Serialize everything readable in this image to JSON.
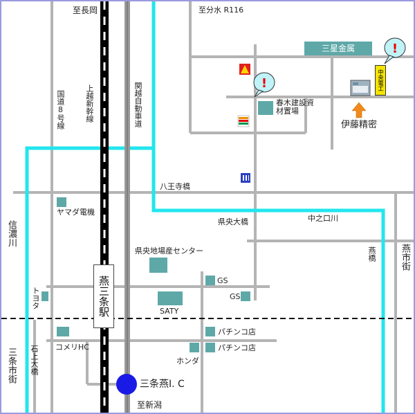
{
  "labels": {
    "to_nagaoka": "至長岡",
    "to_bunsui": "至分水 R116",
    "kokudo8": "国道8号線",
    "joetsu_shinkansen": "上越新幹線",
    "kanetsu_expressway": "関越自動車道",
    "hachiojibashi": "八王寺橋",
    "yamada_denki": "ヤマダ電機",
    "shinano_river": "信濃川",
    "kenoohashi": "県央大橋",
    "nakanokuchi_river": "中之口川",
    "tsubame_bridge": "燕橋",
    "tsubame_city": "燕市街",
    "kenou_center": "県央地場産センター",
    "gs1": "GS",
    "gs2": "GS",
    "toyota": "トヨタ",
    "saty": "SATY",
    "station": "燕三条駅",
    "komeri": "コメリHC",
    "pachinko1": "パチンコ店",
    "pachinko2": "パチンコ店",
    "honda": "ホンダ",
    "ishigami_bridge": "石上大橋",
    "sanjo_city": "三条市街",
    "ic": "三条燕I. C",
    "to_niigata": "至新潟",
    "sansei_kinzoku": "三星金属",
    "haruki_kensetsu": "春木建設資材置場",
    "ito_seimitsu": "伊藤精密",
    "chuo_denko": "中央電工"
  },
  "colors": {
    "river": "#22e6ee",
    "road": "#b4b4b4",
    "building": "#5fa8a8",
    "ic_marker": "#1a1ae6",
    "arrow": "#f08a1c",
    "border": "#9a9ae0"
  }
}
